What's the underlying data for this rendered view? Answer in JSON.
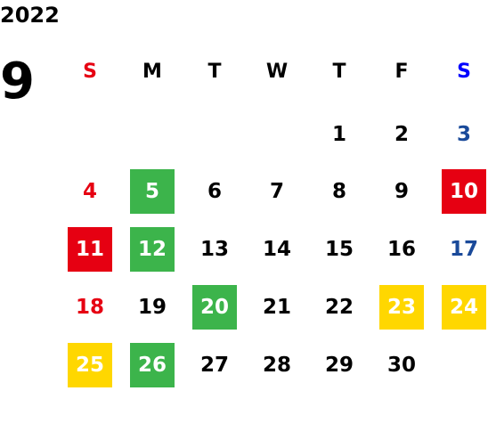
{
  "year": "2022",
  "month": "9",
  "colors": {
    "sunday": "#e60012",
    "saturday": "#1a4a9a",
    "saturday_header": "#0000ff",
    "weekday": "#000000",
    "red_fill": "#e60012",
    "green_fill": "#3cb44b",
    "yellow_fill": "#ffd700"
  },
  "weekdays": [
    {
      "label": "S",
      "kind": "sunday"
    },
    {
      "label": "M",
      "kind": "weekday"
    },
    {
      "label": "T",
      "kind": "weekday"
    },
    {
      "label": "W",
      "kind": "weekday"
    },
    {
      "label": "T",
      "kind": "weekday"
    },
    {
      "label": "F",
      "kind": "weekday"
    },
    {
      "label": "S",
      "kind": "saturday_header"
    }
  ],
  "weeks": [
    [
      null,
      null,
      null,
      null,
      {
        "day": "1"
      },
      {
        "day": "2"
      },
      {
        "day": "3"
      }
    ],
    [
      {
        "day": "4"
      },
      {
        "day": "5",
        "fill": "green"
      },
      {
        "day": "6"
      },
      {
        "day": "7"
      },
      {
        "day": "8"
      },
      {
        "day": "9"
      },
      {
        "day": "10",
        "fill": "red"
      }
    ],
    [
      {
        "day": "11",
        "fill": "red"
      },
      {
        "day": "12",
        "fill": "green"
      },
      {
        "day": "13"
      },
      {
        "day": "14"
      },
      {
        "day": "15"
      },
      {
        "day": "16"
      },
      {
        "day": "17"
      }
    ],
    [
      {
        "day": "18"
      },
      {
        "day": "19"
      },
      {
        "day": "20",
        "fill": "green"
      },
      {
        "day": "21"
      },
      {
        "day": "22"
      },
      {
        "day": "23",
        "fill": "yellow"
      },
      {
        "day": "24",
        "fill": "yellow"
      }
    ],
    [
      {
        "day": "25",
        "fill": "yellow"
      },
      {
        "day": "26",
        "fill": "green"
      },
      {
        "day": "27"
      },
      {
        "day": "28"
      },
      {
        "day": "29"
      },
      {
        "day": "30"
      },
      null
    ]
  ]
}
